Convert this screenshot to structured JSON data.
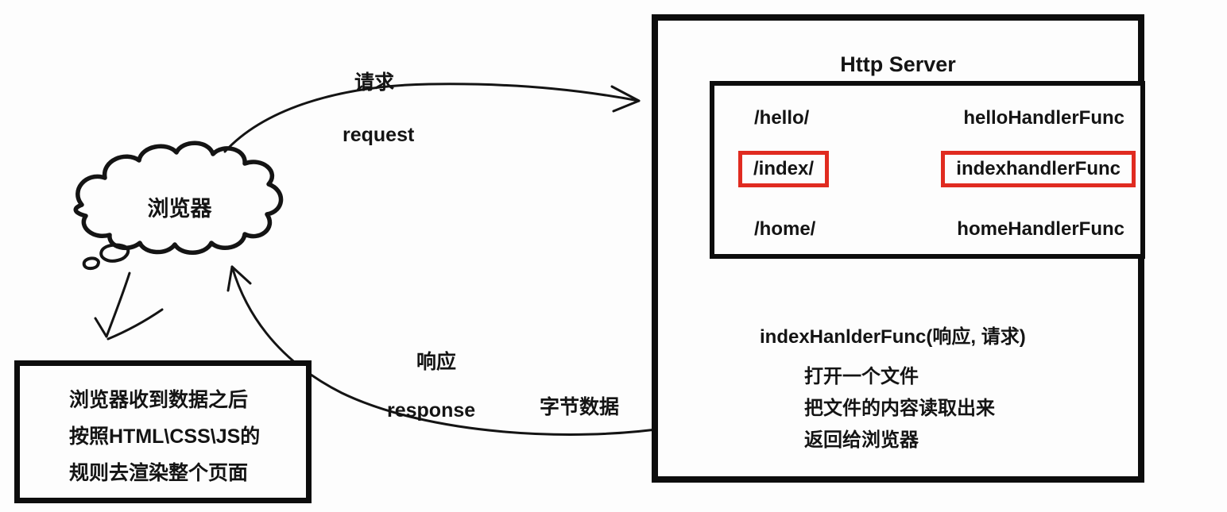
{
  "colors": {
    "ink": "#141414",
    "highlight": "#e02b20",
    "red_arrow": "#c9403a"
  },
  "browser": {
    "label": "浏览器"
  },
  "flow": {
    "request_cn": "请求",
    "request_en": "request",
    "response_cn": "响应",
    "response_en": "response",
    "byte_data": "字节数据"
  },
  "note": {
    "lines": [
      "浏览器收到数据之后",
      "按照HTML\\CSS\\JS的",
      "规则去渲染整个页面"
    ]
  },
  "server": {
    "title": "Http Server",
    "routes": [
      {
        "path": "/hello/",
        "handler": "helloHandlerFunc"
      },
      {
        "path": "/index/",
        "handler": "indexhandlerFunc"
      },
      {
        "path": "/home/",
        "handler": "homeHandlerFunc"
      }
    ],
    "signature": "indexHanlderFunc(响应, 请求)",
    "steps": [
      "打开一个文件",
      "把文件的内容读取出来",
      "返回给浏览器"
    ]
  }
}
